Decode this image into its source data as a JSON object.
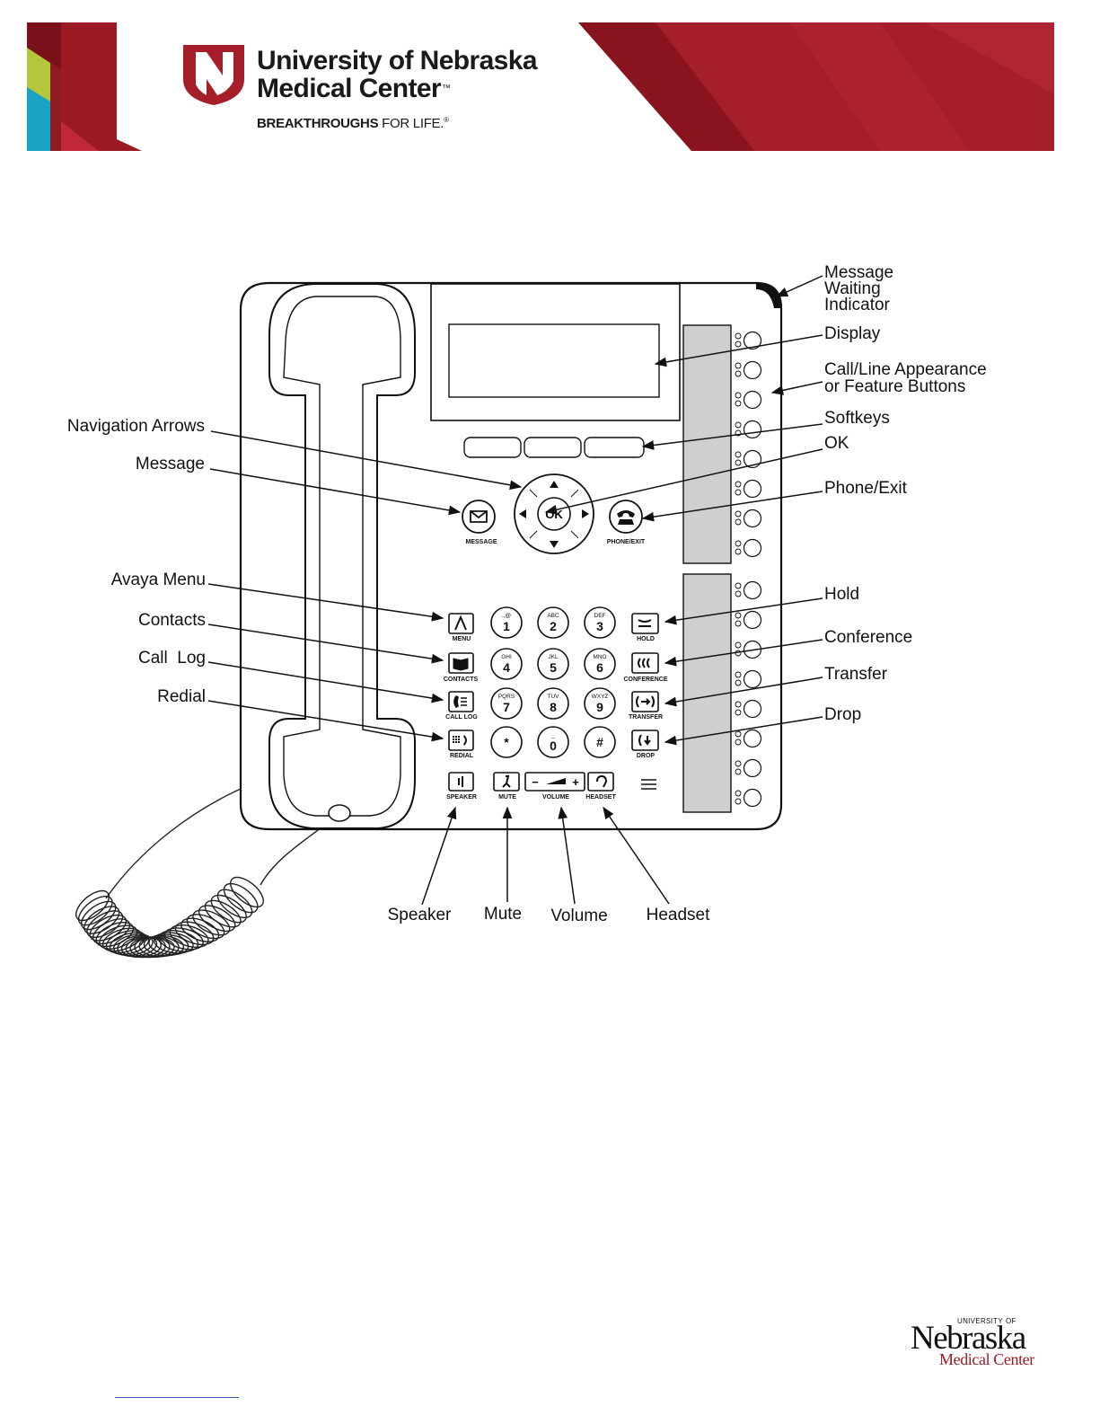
{
  "header": {
    "university_line1": "University of Nebraska",
    "university_line2": "Medical Center",
    "tm": "™",
    "tagline_bold": "BREAKTHROUGHS",
    "tagline_rest": " FOR LIFE.",
    "reg": "®",
    "colors": {
      "brand_red": "#a61e2a",
      "dark_red": "#7e1520",
      "lime": "#b4c63a",
      "teal": "#1aa2c4"
    }
  },
  "labels": {
    "message_waiting": [
      "Message",
      "Waiting",
      "Indicator"
    ],
    "display": "Display",
    "call_line": [
      "Call/Line Appearance",
      "or Feature Buttons"
    ],
    "softkeys": "Softkeys",
    "ok": "OK",
    "phone_exit": "Phone/Exit",
    "hold": "Hold",
    "conference": "Conference",
    "transfer": "Transfer",
    "drop": "Drop",
    "navigation_arrows": "Navigation Arrows",
    "message": "Message",
    "avaya_menu": "Avaya Menu",
    "contacts": "Contacts",
    "call_log": "Call  Log",
    "redial": "Redial",
    "speaker": "Speaker",
    "mute": "Mute",
    "volume": "Volume",
    "headset": "Headset"
  },
  "phone_keys": {
    "ok": "OK",
    "message": "MESSAGE",
    "phone_exit": "PHONE/EXIT",
    "menu": "MENU",
    "contacts": "CONTACTS",
    "call_log": "CALL LOG",
    "redial": "REDIAL",
    "hold": "HOLD",
    "conference": "CONFERENCE",
    "transfer": "TRANSFER",
    "drop": "DROP",
    "speaker": "SPEAKER",
    "mute": "MUTE",
    "volume": "VOLUME",
    "headset": "HEADSET",
    "vol_minus": "−",
    "vol_plus": "+"
  },
  "keypad": [
    {
      "digit": "1",
      "letters": ".,@"
    },
    {
      "digit": "2",
      "letters": "ABC"
    },
    {
      "digit": "3",
      "letters": "DEF"
    },
    {
      "digit": "4",
      "letters": "GHI"
    },
    {
      "digit": "5",
      "letters": "JKL"
    },
    {
      "digit": "6",
      "letters": "MNO"
    },
    {
      "digit": "7",
      "letters": "PQRS"
    },
    {
      "digit": "8",
      "letters": "TUV"
    },
    {
      "digit": "9",
      "letters": "WXYZ"
    },
    {
      "digit": "*",
      "letters": ""
    },
    {
      "digit": "0",
      "letters": "_"
    },
    {
      "digit": "#",
      "letters": ""
    }
  ],
  "footer": {
    "small_left": "UNIVERSITY",
    "small_right": "OF",
    "name": "Nebraska",
    "subtitle": "Medical Center"
  }
}
